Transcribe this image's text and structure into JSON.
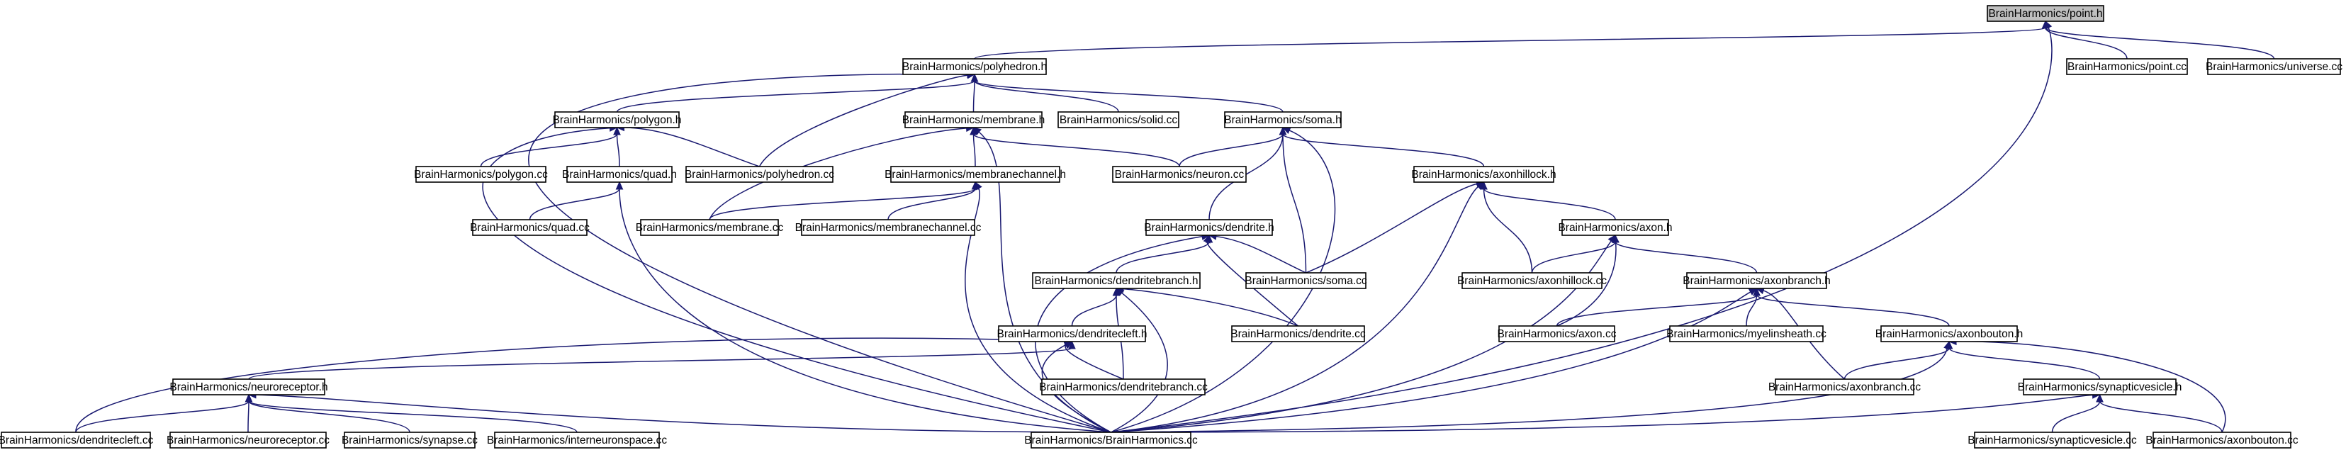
{
  "graph": {
    "colors": {
      "edge": "#191970",
      "root_fill": "#bfbfbf",
      "node_fill": "#ffffff",
      "node_stroke": "#000000"
    },
    "nodes": [
      {
        "id": "point_h",
        "label": "BrainHarmonics/point.h",
        "root": true
      },
      {
        "id": "polyhedron_h",
        "label": "BrainHarmonics/polyhedron.h"
      },
      {
        "id": "point_cc",
        "label": "BrainHarmonics/point.cc"
      },
      {
        "id": "universe_cc",
        "label": "BrainHarmonics/universe.cc"
      },
      {
        "id": "polygon_h",
        "label": "BrainHarmonics/polygon.h"
      },
      {
        "id": "membrane_h",
        "label": "BrainHarmonics/membrane.h"
      },
      {
        "id": "solid_cc",
        "label": "BrainHarmonics/solid.cc"
      },
      {
        "id": "soma_h",
        "label": "BrainHarmonics/soma.h"
      },
      {
        "id": "polygon_cc",
        "label": "BrainHarmonics/polygon.cc"
      },
      {
        "id": "quad_h",
        "label": "BrainHarmonics/quad.h"
      },
      {
        "id": "polyhedron_cc",
        "label": "BrainHarmonics/polyhedron.cc"
      },
      {
        "id": "membranechannel_h",
        "label": "BrainHarmonics/membranechannel.h"
      },
      {
        "id": "neuron_cc",
        "label": "BrainHarmonics/neuron.cc"
      },
      {
        "id": "axonhillock_h",
        "label": "BrainHarmonics/axonhillock.h"
      },
      {
        "id": "quad_cc",
        "label": "BrainHarmonics/quad.cc"
      },
      {
        "id": "membrane_cc",
        "label": "BrainHarmonics/membrane.cc"
      },
      {
        "id": "membranechannel_cc",
        "label": "BrainHarmonics/membranechannel.cc"
      },
      {
        "id": "dendrite_h",
        "label": "BrainHarmonics/dendrite.h"
      },
      {
        "id": "axon_h",
        "label": "BrainHarmonics/axon.h"
      },
      {
        "id": "dendritebranch_h",
        "label": "BrainHarmonics/dendritebranch.h"
      },
      {
        "id": "soma_cc",
        "label": "BrainHarmonics/soma.cc"
      },
      {
        "id": "axonhillock_cc",
        "label": "BrainHarmonics/axonhillock.cc"
      },
      {
        "id": "axonbranch_h",
        "label": "BrainHarmonics/axonbranch.h"
      },
      {
        "id": "dendritecleft_h",
        "label": "BrainHarmonics/dendritecleft.h"
      },
      {
        "id": "dendrite_cc",
        "label": "BrainHarmonics/dendrite.cc"
      },
      {
        "id": "axon_cc",
        "label": "BrainHarmonics/axon.cc"
      },
      {
        "id": "myelinsheath_cc",
        "label": "BrainHarmonics/myelinsheath.cc"
      },
      {
        "id": "axonbouton_h",
        "label": "BrainHarmonics/axonbouton.h"
      },
      {
        "id": "neuroreceptor_h",
        "label": "BrainHarmonics/neuroreceptor.h"
      },
      {
        "id": "dendritebranch_cc",
        "label": "BrainHarmonics/dendritebranch.cc"
      },
      {
        "id": "axonbranch_cc",
        "label": "BrainHarmonics/axonbranch.cc"
      },
      {
        "id": "synapticvesicle_h",
        "label": "BrainHarmonics/synapticvesicle.h"
      },
      {
        "id": "dendritecleft_cc",
        "label": "BrainHarmonics/dendritecleft.cc"
      },
      {
        "id": "neuroreceptor_cc",
        "label": "BrainHarmonics/neuroreceptor.cc"
      },
      {
        "id": "synapse_cc",
        "label": "BrainHarmonics/synapse.cc"
      },
      {
        "id": "interneuronspace_cc",
        "label": "BrainHarmonics/interneuronspace.cc"
      },
      {
        "id": "brainharmonics_cc",
        "label": "BrainHarmonics/BrainHarmonics.cc"
      },
      {
        "id": "synapticvesicle_cc",
        "label": "BrainHarmonics/synapticvesicle.cc"
      },
      {
        "id": "axonbouton_cc",
        "label": "BrainHarmonics/axonbouton.cc"
      }
    ],
    "edges": [
      {
        "from": "polyhedron_h",
        "to": "point_h"
      },
      {
        "from": "point_cc",
        "to": "point_h"
      },
      {
        "from": "universe_cc",
        "to": "point_h"
      },
      {
        "from": "brainharmonics_cc",
        "to": "point_h"
      },
      {
        "from": "polygon_h",
        "to": "polyhedron_h"
      },
      {
        "from": "membrane_h",
        "to": "polyhedron_h"
      },
      {
        "from": "solid_cc",
        "to": "polyhedron_h"
      },
      {
        "from": "soma_h",
        "to": "polyhedron_h"
      },
      {
        "from": "polyhedron_cc",
        "to": "polyhedron_h"
      },
      {
        "from": "brainharmonics_cc",
        "to": "polyhedron_h"
      },
      {
        "from": "polygon_cc",
        "to": "polygon_h"
      },
      {
        "from": "quad_h",
        "to": "polygon_h"
      },
      {
        "from": "polyhedron_cc",
        "to": "polygon_h"
      },
      {
        "from": "brainharmonics_cc",
        "to": "polygon_h"
      },
      {
        "from": "quad_cc",
        "to": "quad_h"
      },
      {
        "from": "brainharmonics_cc",
        "to": "quad_h"
      },
      {
        "from": "membrane_cc",
        "to": "membrane_h"
      },
      {
        "from": "membranechannel_h",
        "to": "membrane_h"
      },
      {
        "from": "neuron_cc",
        "to": "membrane_h"
      },
      {
        "from": "brainharmonics_cc",
        "to": "membrane_h"
      },
      {
        "from": "membrane_cc",
        "to": "membranechannel_h"
      },
      {
        "from": "membranechannel_cc",
        "to": "membranechannel_h"
      },
      {
        "from": "brainharmonics_cc",
        "to": "membranechannel_h"
      },
      {
        "from": "neuron_cc",
        "to": "soma_h"
      },
      {
        "from": "axonhillock_h",
        "to": "soma_h"
      },
      {
        "from": "dendrite_h",
        "to": "soma_h"
      },
      {
        "from": "soma_cc",
        "to": "soma_h"
      },
      {
        "from": "brainharmonics_cc",
        "to": "soma_h"
      },
      {
        "from": "soma_cc",
        "to": "axonhillock_h"
      },
      {
        "from": "axon_h",
        "to": "axonhillock_h"
      },
      {
        "from": "axonhillock_cc",
        "to": "axonhillock_h"
      },
      {
        "from": "brainharmonics_cc",
        "to": "axonhillock_h"
      },
      {
        "from": "dendritebranch_h",
        "to": "dendrite_h"
      },
      {
        "from": "soma_cc",
        "to": "dendrite_h"
      },
      {
        "from": "dendrite_cc",
        "to": "dendrite_h"
      },
      {
        "from": "brainharmonics_cc",
        "to": "dendrite_h"
      },
      {
        "from": "axonhillock_cc",
        "to": "axon_h"
      },
      {
        "from": "axonbranch_h",
        "to": "axon_h"
      },
      {
        "from": "axon_cc",
        "to": "axon_h"
      },
      {
        "from": "brainharmonics_cc",
        "to": "axon_h"
      },
      {
        "from": "dendritecleft_h",
        "to": "dendritebranch_h"
      },
      {
        "from": "dendrite_cc",
        "to": "dendritebranch_h"
      },
      {
        "from": "dendritebranch_cc",
        "to": "dendritebranch_h"
      },
      {
        "from": "brainharmonics_cc",
        "to": "dendritebranch_h"
      },
      {
        "from": "axon_cc",
        "to": "axonbranch_h"
      },
      {
        "from": "myelinsheath_cc",
        "to": "axonbranch_h"
      },
      {
        "from": "axonbouton_h",
        "to": "axonbranch_h"
      },
      {
        "from": "axonbranch_cc",
        "to": "axonbranch_h"
      },
      {
        "from": "brainharmonics_cc",
        "to": "axonbranch_h"
      },
      {
        "from": "neuroreceptor_h",
        "to": "dendritecleft_h"
      },
      {
        "from": "dendritebranch_cc",
        "to": "dendritecleft_h"
      },
      {
        "from": "dendritecleft_cc",
        "to": "dendritecleft_h"
      },
      {
        "from": "brainharmonics_cc",
        "to": "dendritecleft_h"
      },
      {
        "from": "axonbranch_cc",
        "to": "axonbouton_h"
      },
      {
        "from": "synapticvesicle_h",
        "to": "axonbouton_h"
      },
      {
        "from": "axonbouton_cc",
        "to": "axonbouton_h"
      },
      {
        "from": "brainharmonics_cc",
        "to": "axonbouton_h"
      },
      {
        "from": "dendritecleft_cc",
        "to": "neuroreceptor_h"
      },
      {
        "from": "neuroreceptor_cc",
        "to": "neuroreceptor_h"
      },
      {
        "from": "synapse_cc",
        "to": "neuroreceptor_h"
      },
      {
        "from": "interneuronspace_cc",
        "to": "neuroreceptor_h"
      },
      {
        "from": "brainharmonics_cc",
        "to": "neuroreceptor_h"
      },
      {
        "from": "synapticvesicle_cc",
        "to": "synapticvesicle_h"
      },
      {
        "from": "axonbouton_cc",
        "to": "synapticvesicle_h"
      },
      {
        "from": "brainharmonics_cc",
        "to": "synapticvesicle_h"
      }
    ]
  }
}
